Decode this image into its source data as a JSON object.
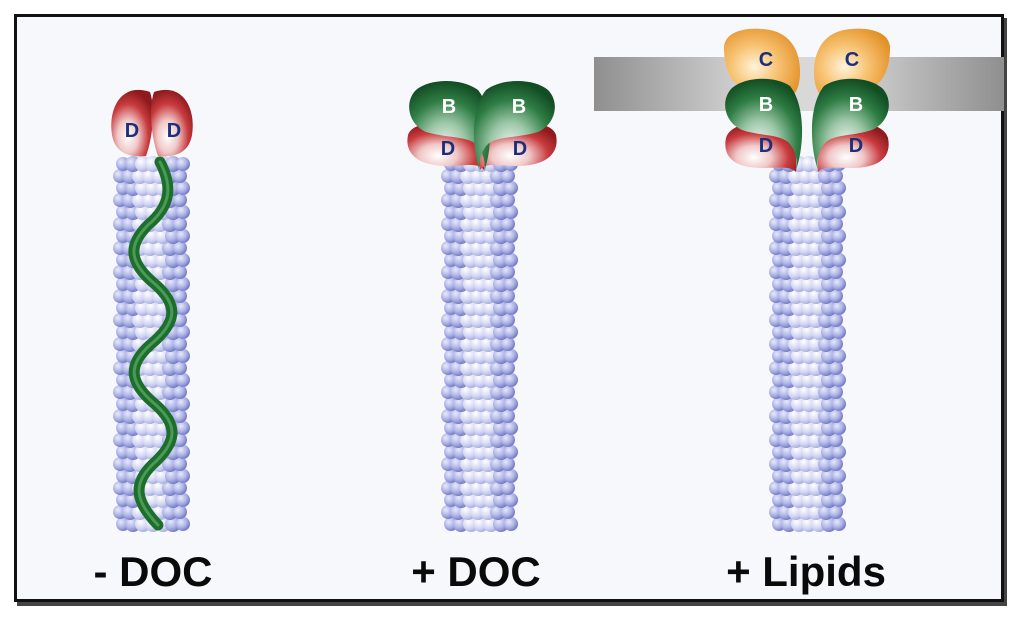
{
  "panels": [
    {
      "caption": "- DOC",
      "labels": [
        "D",
        "D"
      ]
    },
    {
      "caption": "+ DOC",
      "labels": [
        "B",
        "B",
        "D",
        "D"
      ]
    },
    {
      "caption": "+ Lipids",
      "labels": [
        "C",
        "C",
        "B",
        "B",
        "D",
        "D"
      ]
    }
  ],
  "colors": {
    "tube": "#7f86c9",
    "tube_light": "#c3c8ee",
    "domain_D": "#b3262b",
    "domain_B": "#1f6b34",
    "domain_C": "#f2a33a",
    "membrane": "#a9a9a9",
    "ruler": "#1c6b2b"
  }
}
